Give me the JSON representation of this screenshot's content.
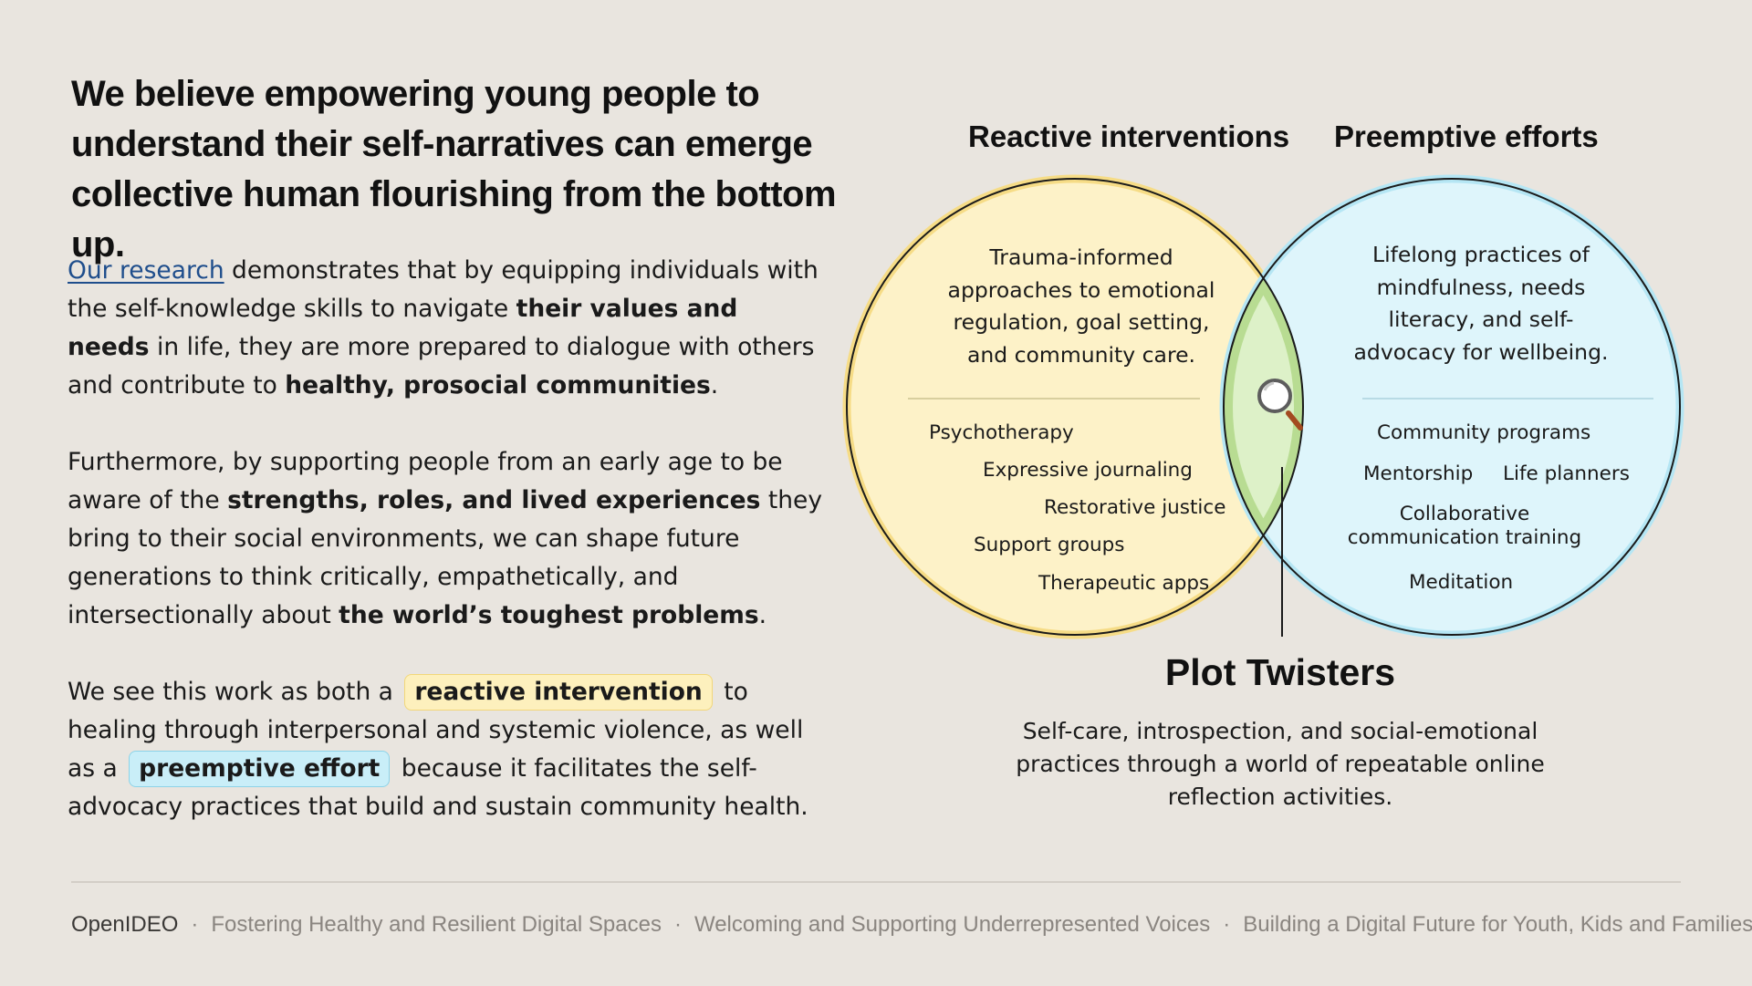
{
  "headline": "We believe empowering young people to understand their self-narratives can emerge collective human flourishing from the bottom up.",
  "paragraph1": {
    "link": "Our research",
    "t1": " demonstrates that by equipping individuals with the self-knowledge skills to navigate ",
    "b1": "their values and needs",
    "t2": " in life, they are more prepared to dialogue with others and contribute to ",
    "b2": "healthy, prosocial communities",
    "t3": "."
  },
  "paragraph2": {
    "t1": "Furthermore, by supporting people from an early age to be aware of the ",
    "b1": "strengths, roles, and lived experiences",
    "t2": " they bring to their social environments, we can shape future generations to think critically, empathetically, and intersectionally about ",
    "b2": "the world’s toughest problems",
    "t3": "."
  },
  "paragraph3": {
    "t1": "We see this work as both a",
    "pill1": "reactive intervention",
    "t2": "to healing through interpersonal and systemic violence, as well as a",
    "pill2": "preemptive effort",
    "t3": "because it facilitates the self-advocacy practices that build and sustain community health."
  },
  "venn": {
    "left": {
      "title": "Reactive interventions",
      "description": "Trauma-informed approaches to emotional regulation, goal setting, and community care.",
      "items": [
        "Psychotherapy",
        "Expressive journaling",
        "Restorative justice",
        "Support groups",
        "Therapeutic apps"
      ],
      "fill": "#fdf2c8",
      "rim": "#f6dc86"
    },
    "right": {
      "title": "Preemptive efforts",
      "description": "Lifelong practices of mindfulness, needs literacy, and self-advocacy for wellbeing.",
      "items": [
        "Community programs",
        "Mentorship",
        "Life planners",
        "Collaborative communication training",
        "Meditation"
      ],
      "fill": "#def5fb",
      "rim": "#b5e6f4"
    },
    "overlap": {
      "icon": "magnifying-glass-icon",
      "fill": "#ddf1c8",
      "rim": "#b8dc92"
    },
    "center_title": "Plot Twisters",
    "center_description": "Self-care, introspection, and social-emotional practices through a world of repeatable online reflection activities."
  },
  "footer": {
    "brand": "OpenIDEO",
    "links": [
      "Fostering Healthy and Resilient Digital Spaces",
      "Welcoming and Supporting Underrepresented Voices",
      "Building a Digital Future for Youth, Kids and Families"
    ]
  }
}
